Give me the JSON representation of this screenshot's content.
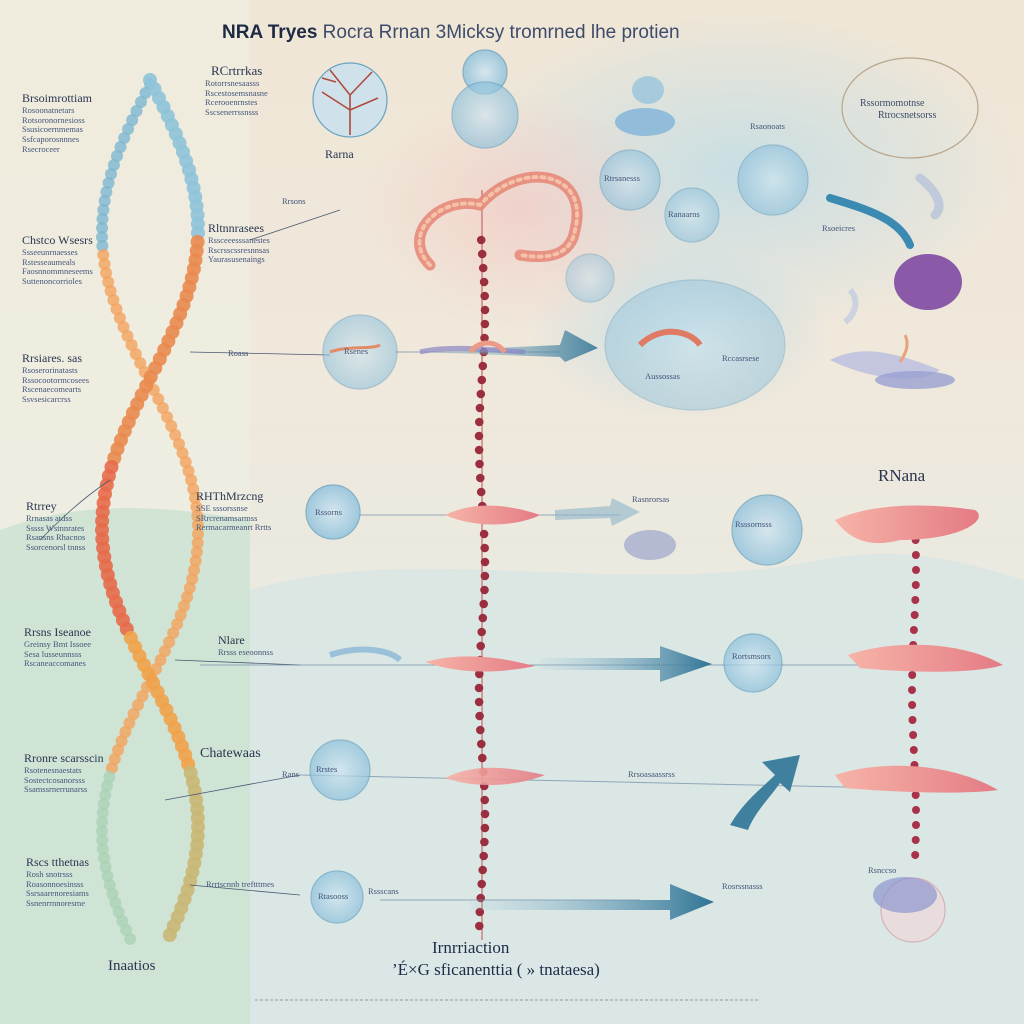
{
  "title": {
    "main": "NRA Tryes",
    "sub": "Rocra Rrnan 3Micksy tromrned lhe protien"
  },
  "left_labels": [
    {
      "head": "Brsoimrottiam",
      "lines": [
        "Rosoonatnetars",
        "Rotsoronornesioss",
        "Ssusicoernmemas",
        "Ssfcaporosnnnes",
        "Rsecroceer"
      ]
    },
    {
      "head": "Chstco Wsesrs",
      "lines": [
        "Ssseeunrnaesses",
        "Rstesseaumeals",
        "Faosnnommneseems",
        "Suttenoncorrioles"
      ]
    },
    {
      "head": "Rrsiares. sas",
      "lines": [
        "Rsoserorinatasts",
        "Rssocootormcosees",
        "Rscenaecomearts",
        "Ssvsesicarcrss"
      ]
    },
    {
      "head": "Rtrrey",
      "lines": [
        "Rrnasas atdss",
        "Sssss Wstnnrates",
        "Rsansns Rhacnos",
        "Ssorcenorsl tnnss"
      ]
    },
    {
      "head": "Rrsns Iseanoe",
      "lines": [
        "Greinsy Bmt Issoee",
        "Sesa lusseunnsss",
        "Rscaneaccomanes"
      ]
    },
    {
      "head": "Rronre scarsscin",
      "lines": [
        "Rsotenesnaestats",
        "Sostectcosanorsss",
        "Ssamssrnerrunarss"
      ]
    },
    {
      "head": "Rscs tthetnas",
      "lines": [
        "Rosh snotrsss",
        "Roasonnoesinsss",
        "Ssrsaarenoresiams",
        "Ssnenrrnnoresme"
      ]
    }
  ],
  "middle_labels": {
    "top_block": {
      "head": "RCrtrrkas",
      "lines": [
        "Rotorrsnesaasss",
        "Rscestosemsnasne",
        "Rcerooenrnstes",
        "Sscsenerrssnsss"
      ]
    },
    "circle_caption": "Rarna",
    "mid_block": {
      "head": "Rltnnrasees",
      "lines": [
        "Rssceeesssanestes",
        "Rscrsscssresnnsas",
        "Yaurasusenaings"
      ]
    },
    "rtn_block": {
      "head": "RHThMrzcng",
      "lines": [
        "SSE sssorssnse",
        "SRrcrenamsarmss",
        "Rermacarmeanrt Rrtts"
      ]
    },
    "nlare_block": {
      "head": "Nlare",
      "line": "Rrsss eseoonnss"
    },
    "chatewaas": "Chatewaas",
    "bottom_line": "Rrrtscnnb treftttmes",
    "small_tags": [
      "Rsenes",
      "Rssorns",
      "Rrstes",
      "Rtasooss",
      "Rans",
      "Rssscans",
      "Roass",
      "Rrsons"
    ]
  },
  "right_labels": {
    "circle_note": [
      "Rssormomotnse",
      "Rtrocsnetsorss"
    ],
    "rnana": "RNana",
    "tags": [
      "Rsaonoats",
      "Rtrsanesss",
      "Ranaarns",
      "Rsoeicres",
      "Rccasrsese",
      "Aussossas",
      "Rasnrorsas",
      "Rsssornsss",
      "Rrsoasaassrss",
      "Rortsmsors",
      "Rsnccso",
      "Rosrssnasss"
    ]
  },
  "bottom": {
    "left_word": "Inaatios",
    "line1": "Irnrriaction",
    "line2": "’É×G sficanenttia ( » tnataesa)"
  }
}
